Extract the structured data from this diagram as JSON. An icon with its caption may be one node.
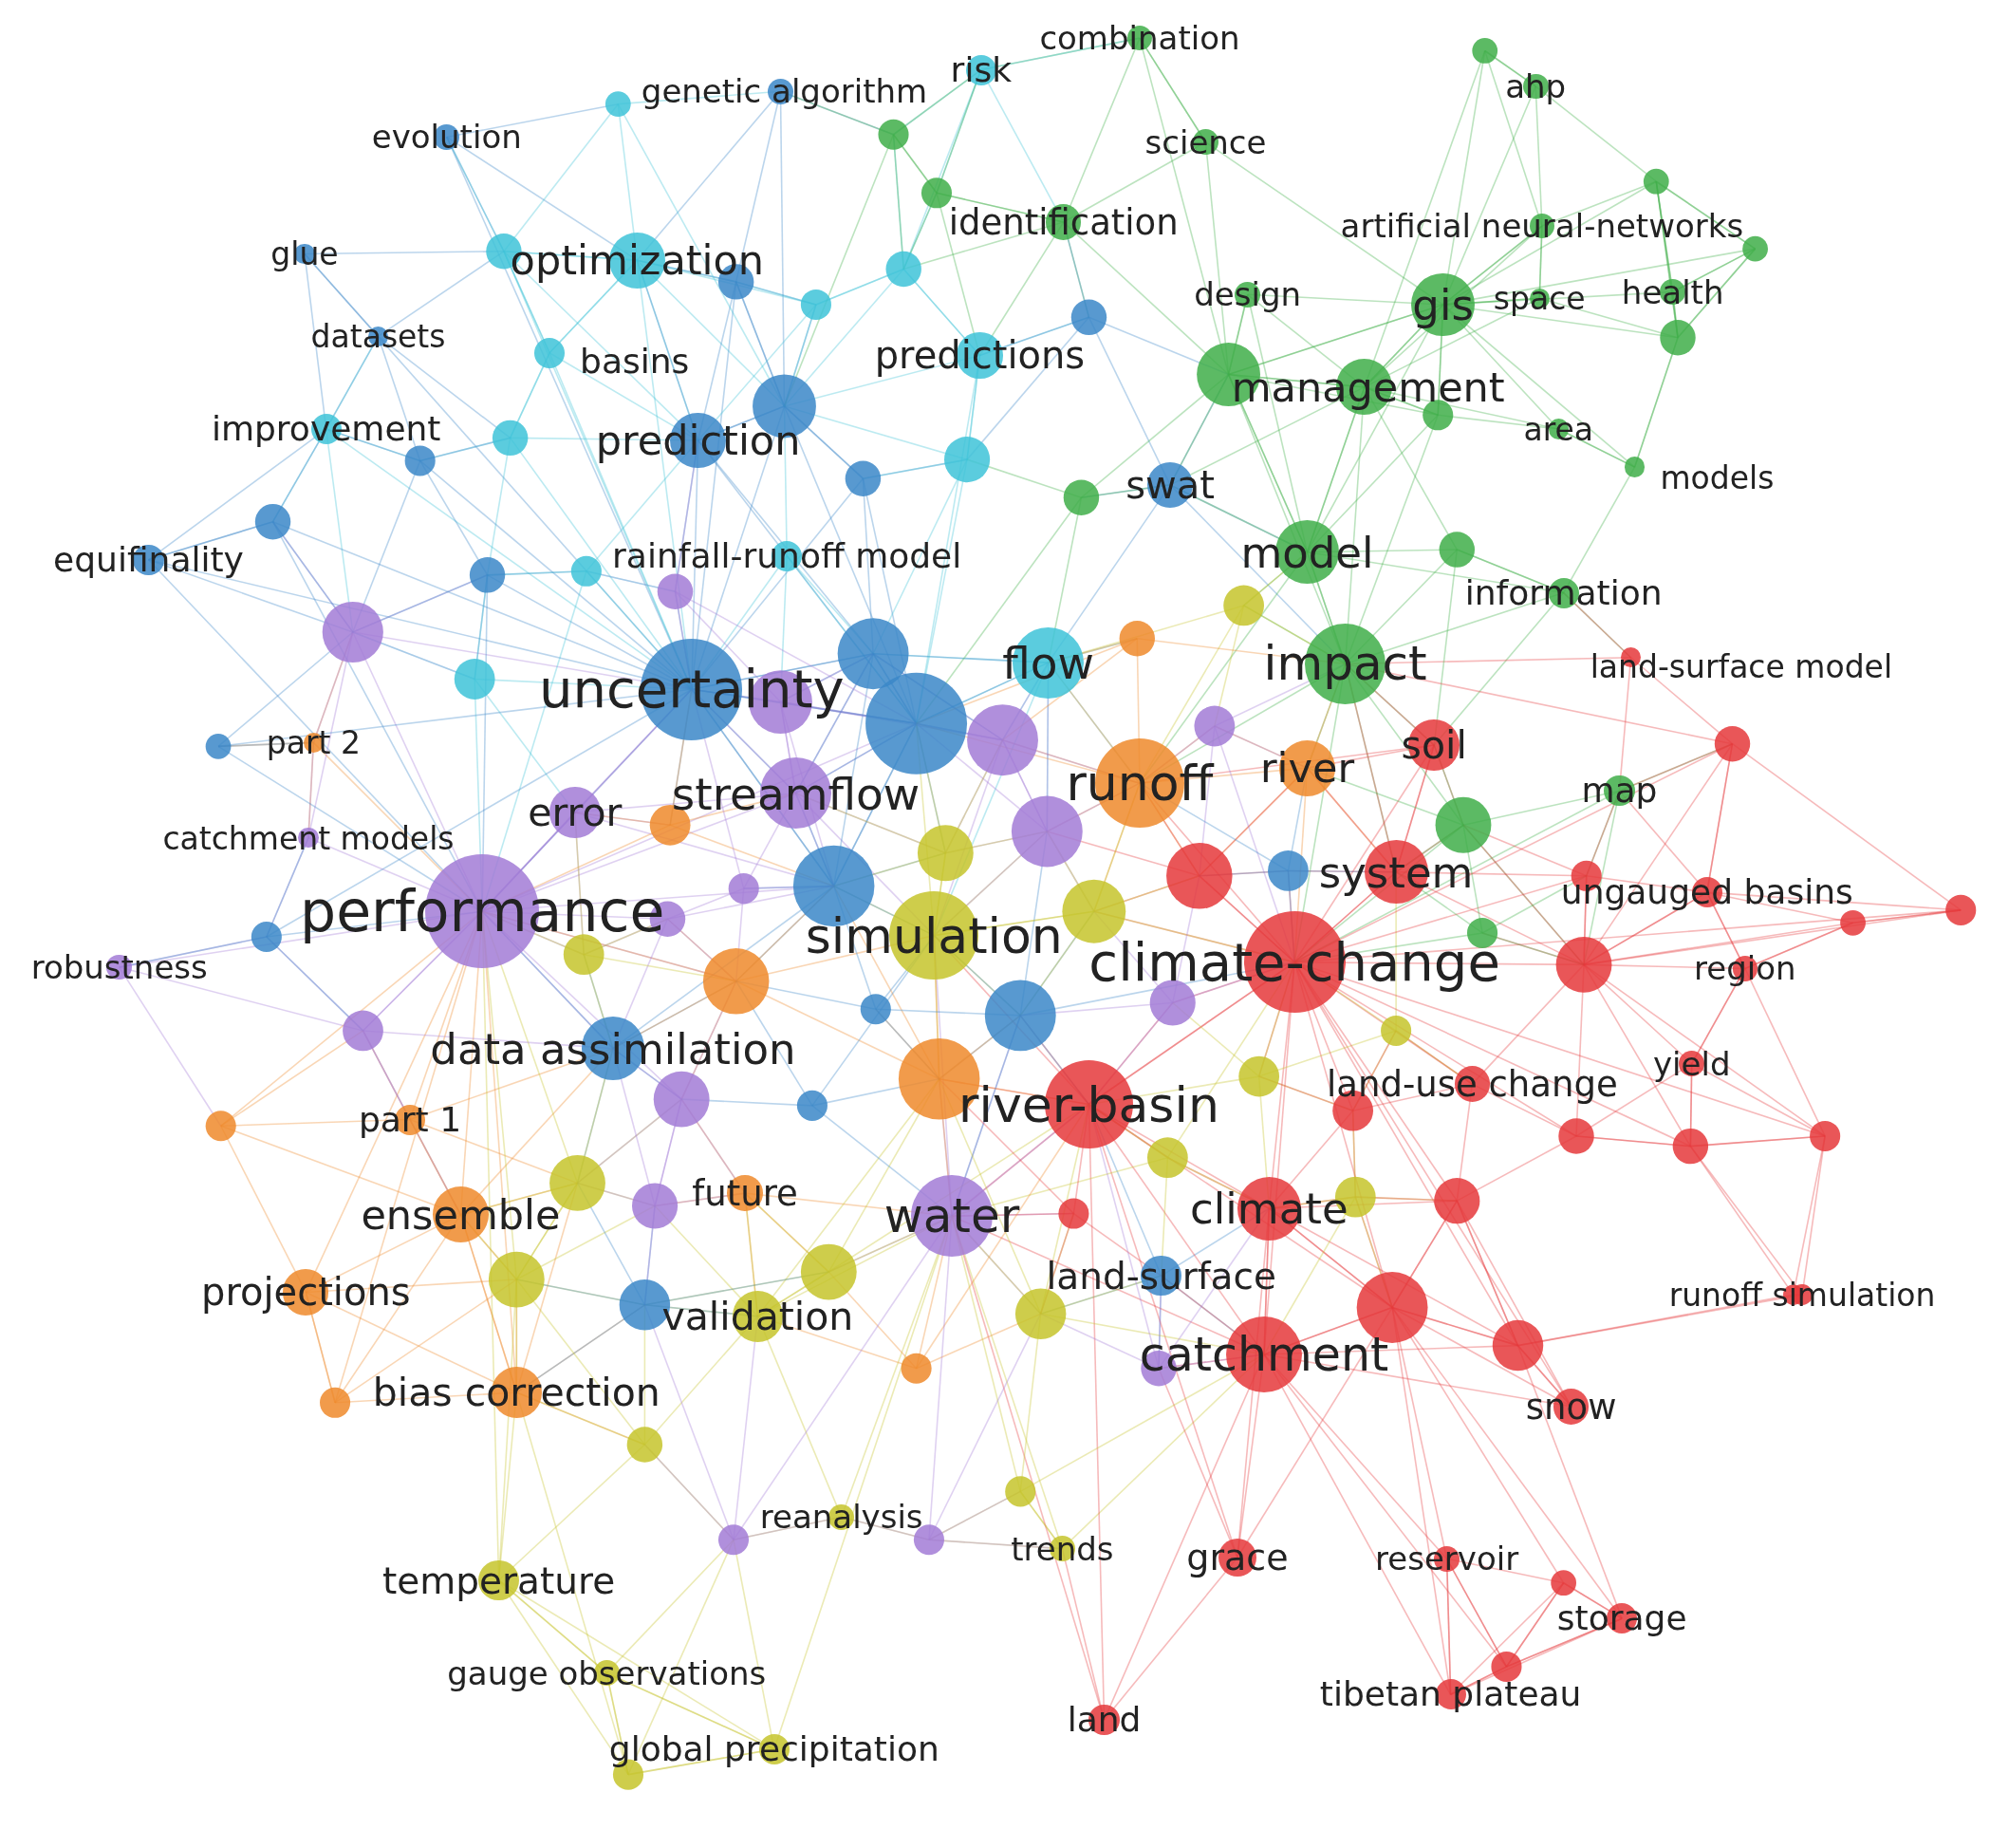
{
  "diagram": {
    "nodes": [
      {
        "text": [
          "combination"
        ]
      },
      {
        "text": [
          "ahp"
        ]
      },
      {
        "text": [
          "risk"
        ]
      },
      {
        "text": [
          "genetic algorithm"
        ]
      },
      {
        "text": [
          "evolution"
        ]
      },
      {
        "text": [
          "science"
        ]
      },
      {
        "text": [
          "identification"
        ]
      },
      {
        "text": [
          "artificial neural-networks"
        ]
      },
      {
        "text": [
          "glue"
        ]
      },
      {
        "text": [
          "optimization"
        ]
      },
      {
        "text": [
          "design"
        ]
      },
      {
        "text": [
          "gis"
        ]
      },
      {
        "text": [
          "space"
        ]
      },
      {
        "text": [
          "health"
        ]
      },
      {
        "text": [
          "datasets"
        ]
      },
      {
        "text": [
          "basins"
        ]
      },
      {
        "text": [
          "predictions"
        ]
      },
      {
        "text": [
          "management"
        ]
      },
      {
        "text": [
          "improvement"
        ]
      },
      {
        "text": [
          "prediction"
        ]
      },
      {
        "text": [
          "area"
        ]
      },
      {
        "text": [
          "models"
        ]
      },
      {
        "text": [
          "swat"
        ]
      },
      {
        "text": [
          "equifinality"
        ]
      },
      {
        "text": [
          "rainfall-runoff model"
        ]
      },
      {
        "text": [
          "model"
        ]
      },
      {
        "text": [
          "information"
        ]
      },
      {
        "text": [
          "uncertainty"
        ]
      },
      {
        "text": [
          "flow"
        ]
      },
      {
        "text": [
          "impact"
        ]
      },
      {
        "text": [
          "land-surface model"
        ]
      },
      {
        "text": [
          "part 2"
        ]
      },
      {
        "text": [
          "soil"
        ]
      },
      {
        "text": [
          "river"
        ]
      },
      {
        "text": [
          "streamflow"
        ]
      },
      {
        "text": [
          "runoff"
        ]
      },
      {
        "text": [
          "map"
        ]
      },
      {
        "text": [
          "error"
        ]
      },
      {
        "text": [
          "catchment models"
        ]
      },
      {
        "text": [
          "system"
        ]
      },
      {
        "text": [
          "ungauged basins"
        ]
      },
      {
        "text": [
          "performance"
        ]
      },
      {
        "text": [
          "simulation"
        ]
      },
      {
        "text": [
          "robustness"
        ]
      },
      {
        "text": [
          "climate-change"
        ]
      },
      {
        "text": [
          "region"
        ]
      },
      {
        "text": [
          "data assimilation"
        ]
      },
      {
        "text": [
          "yield"
        ]
      },
      {
        "text": [
          "river-basin"
        ]
      },
      {
        "text": [
          "land-use change"
        ]
      },
      {
        "text": [
          "part 1"
        ]
      },
      {
        "text": [
          "future"
        ]
      },
      {
        "text": [
          "ensemble"
        ]
      },
      {
        "text": [
          "water"
        ]
      },
      {
        "text": [
          "climate"
        ]
      },
      {
        "text": [
          "projections"
        ]
      },
      {
        "text": [
          "land-surface"
        ]
      },
      {
        "text": [
          "runoff simulation"
        ]
      },
      {
        "text": [
          "validation"
        ]
      },
      {
        "text": [
          "catchment"
        ]
      },
      {
        "text": [
          "bias correction"
        ]
      },
      {
        "text": [
          "snow"
        ]
      },
      {
        "text": [
          "reanalysis"
        ]
      },
      {
        "text": [
          "trends"
        ]
      },
      {
        "text": [
          "grace"
        ]
      },
      {
        "text": [
          "reservoir"
        ]
      },
      {
        "text": [
          "temperature"
        ]
      },
      {
        "text": [
          "storage"
        ]
      },
      {
        "text": [
          "gauge observations"
        ]
      },
      {
        "text": [
          "tibetan plateau"
        ]
      },
      {
        "text": [
          "land"
        ]
      },
      {
        "text": [
          "global precipitation"
        ]
      }
    ]
  }
}
